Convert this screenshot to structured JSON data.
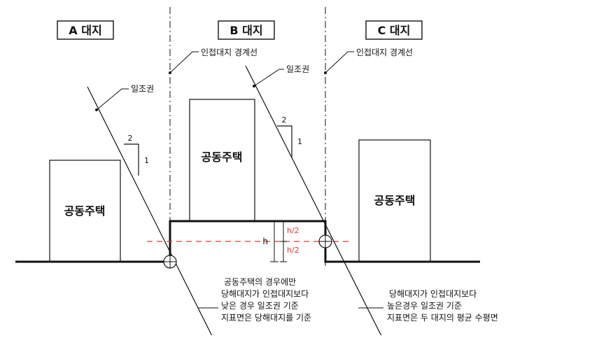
{
  "lots": {
    "a": "A 대지",
    "b": "B 대지",
    "c": "C 대지"
  },
  "labels": {
    "boundary_left": "인접대지 경계선",
    "boundary_right": "인접대지 경계선",
    "sunlight_left": "일조권",
    "sunlight_right": "일조권",
    "building_a": "공동주택",
    "building_b": "공동주택",
    "building_c": "공동주택",
    "slope_run_left": "2",
    "slope_rise_left": "1",
    "slope_run_right": "2",
    "slope_rise_right": "1",
    "h": "h",
    "h_half_top": "h/2",
    "h_half_bottom": "h/2"
  },
  "notes": {
    "left": [
      "공동주택의 경우에만",
      "당해대지가 인접대지보다",
      "낮은 경우 일조권 기준",
      "지표면은 당해대지를 기준"
    ],
    "right": [
      "당해대지가 인접대지보다",
      "높은경우 일조권 기준",
      "지표면은 두 대지의 평균 수평면"
    ]
  },
  "colors": {
    "line": "#111111",
    "accent": "#e53935"
  }
}
